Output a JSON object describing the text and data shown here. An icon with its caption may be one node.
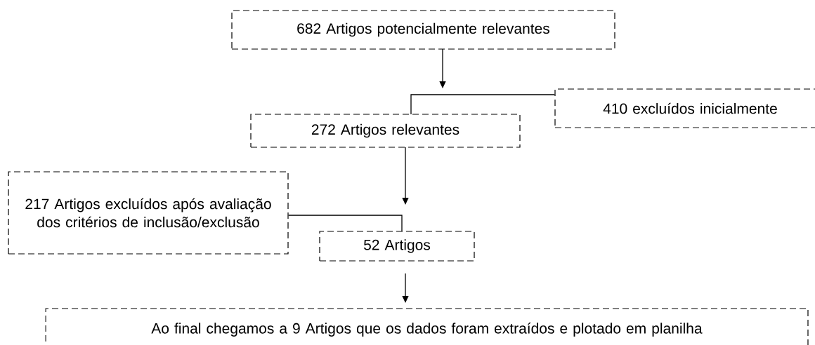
{
  "diagram": {
    "nodes": [
      {
        "text": [
          "682 Artigos potencialmente relevantes"
        ]
      },
      {
        "text": [
          "410 excluídos inicialmente"
        ]
      },
      {
        "text": [
          "272 Artigos relevantes"
        ]
      },
      {
        "text": [
          "217 Artigos excluídos após avaliação dos critérios de inclusão/exclusão"
        ]
      },
      {
        "text": [
          "52 Artigos"
        ]
      },
      {
        "text": [
          "Ao final chegamos a 9 Artigos que os dados foram extraídos e plotado em planilha"
        ]
      }
    ],
    "edges": [
      {
        "from": 0,
        "to": 2,
        "arrow": "to"
      },
      {
        "from": 1,
        "to": 2,
        "arrow": "none"
      },
      {
        "from": 2,
        "to": 4,
        "arrow": "to"
      },
      {
        "from": 3,
        "to": 4,
        "arrow": "none"
      },
      {
        "from": 4,
        "to": 5,
        "arrow": "to"
      }
    ]
  }
}
